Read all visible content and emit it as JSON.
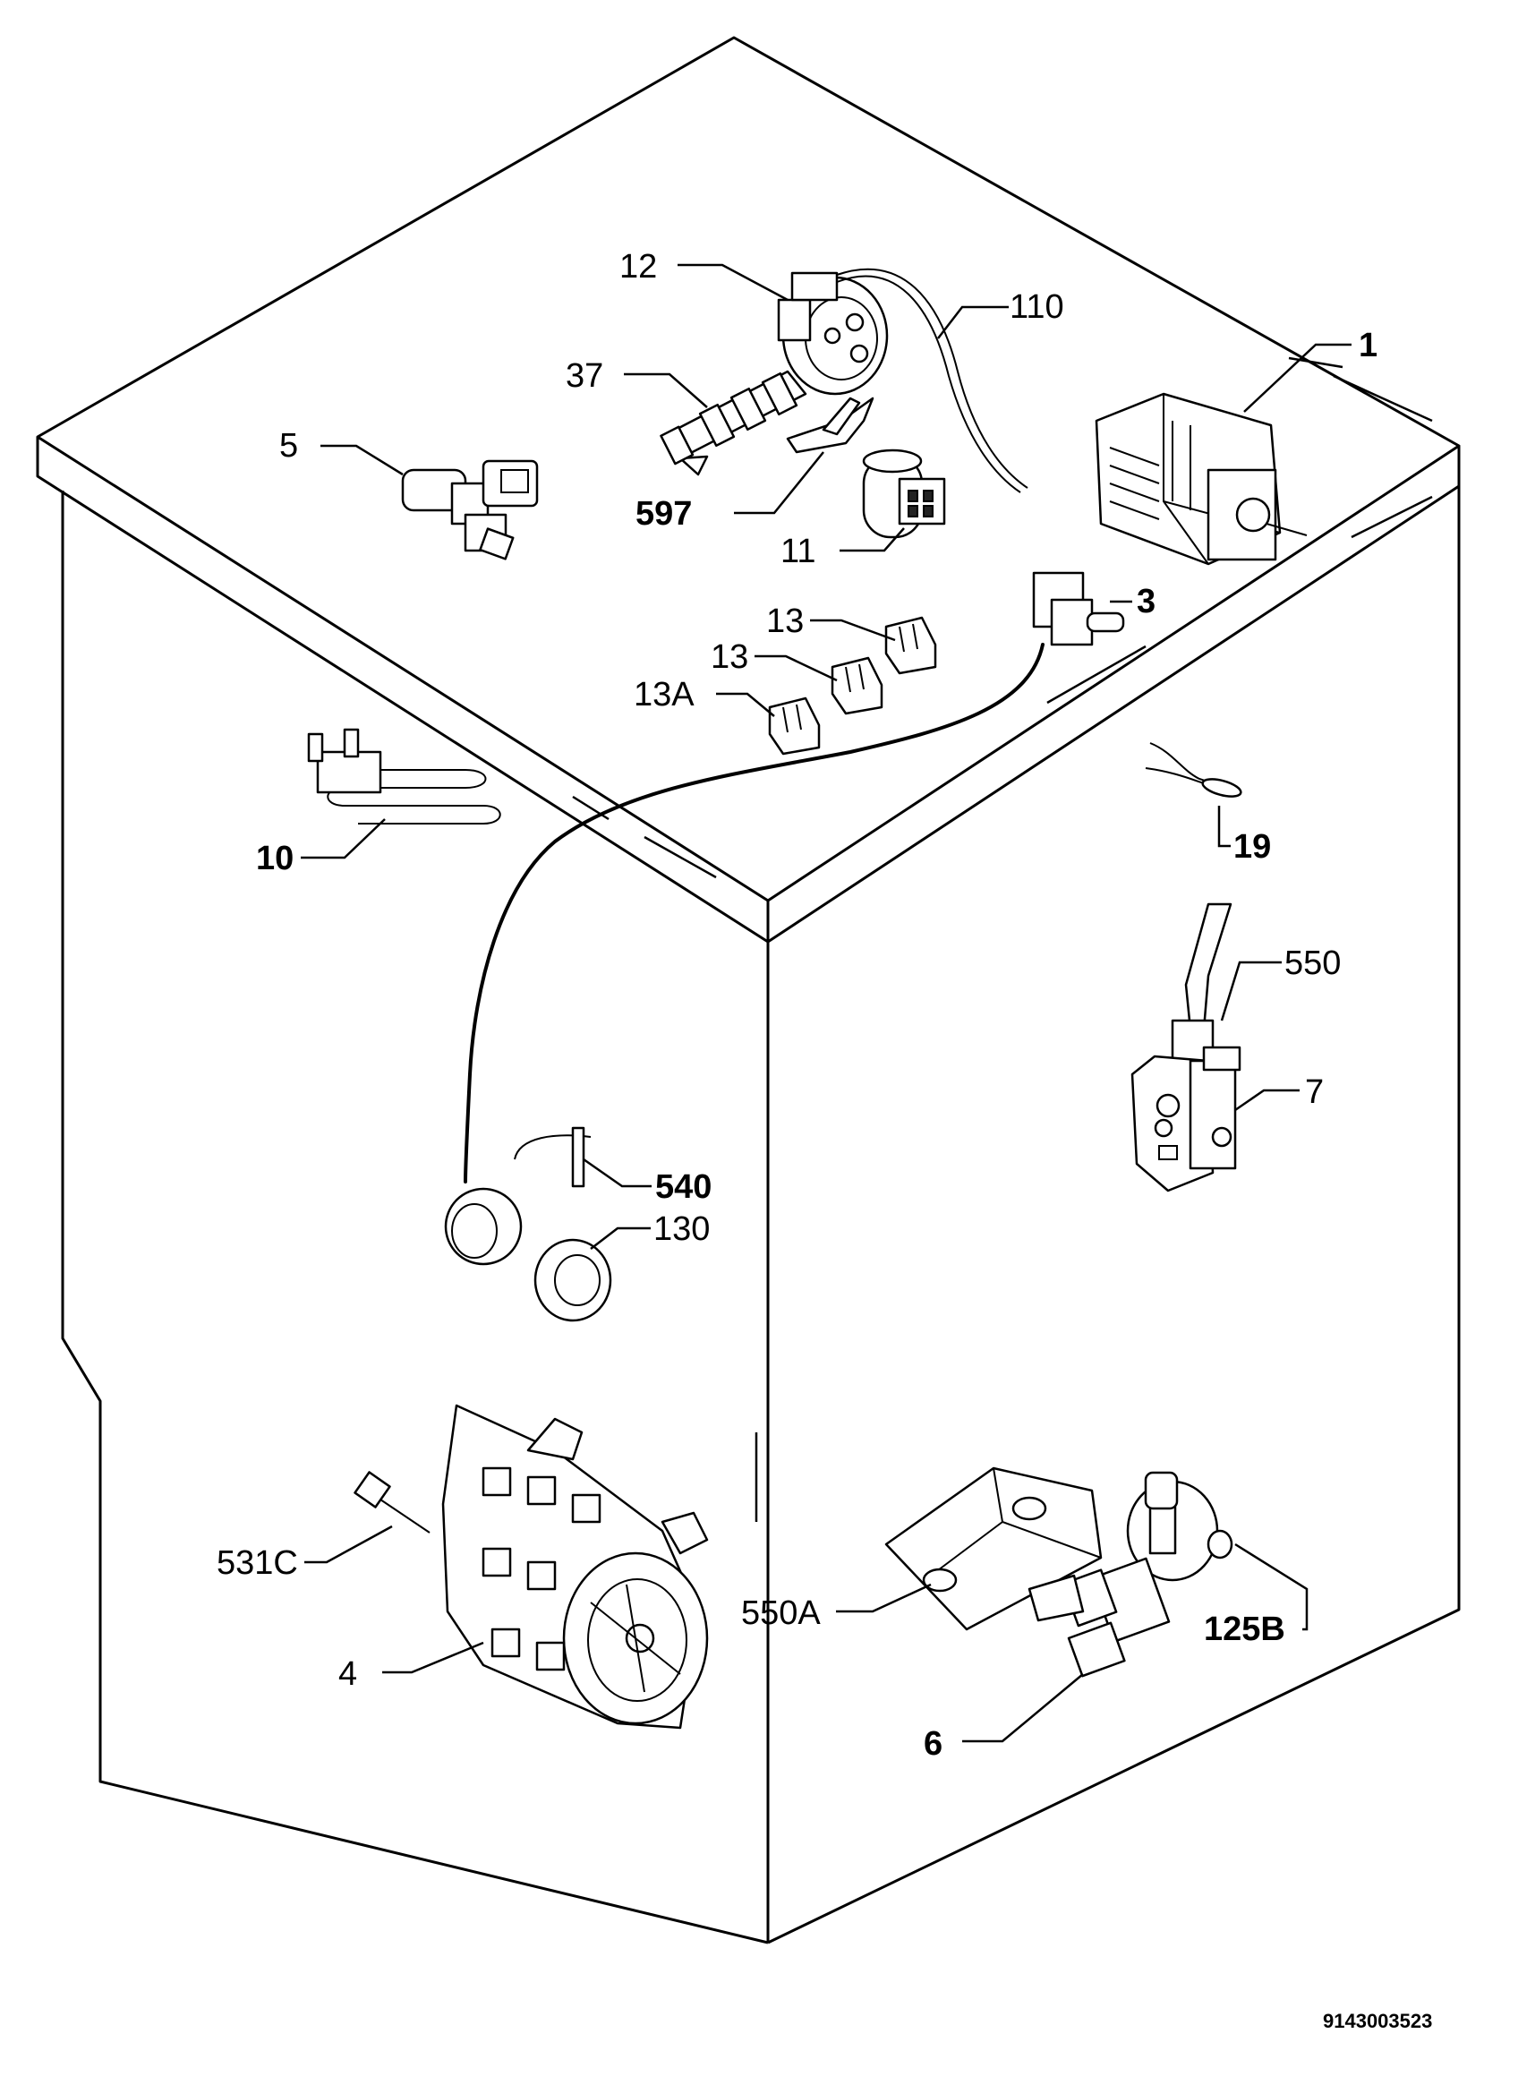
{
  "labels": {
    "p1": "1",
    "p3": "3",
    "p4": "4",
    "p5": "5",
    "p6": "6",
    "p7": "7",
    "p10": "10",
    "p11": "11",
    "p12": "12",
    "p13a": "13",
    "p13b": "13",
    "p13A": "13A",
    "p19": "19",
    "p37": "37",
    "p110": "110",
    "p125B": "125B",
    "p130": "130",
    "p531C": "531C",
    "p540": "540",
    "p550": "550",
    "p550A": "550A",
    "p597": "597"
  },
  "drawing_code": "9143003523"
}
